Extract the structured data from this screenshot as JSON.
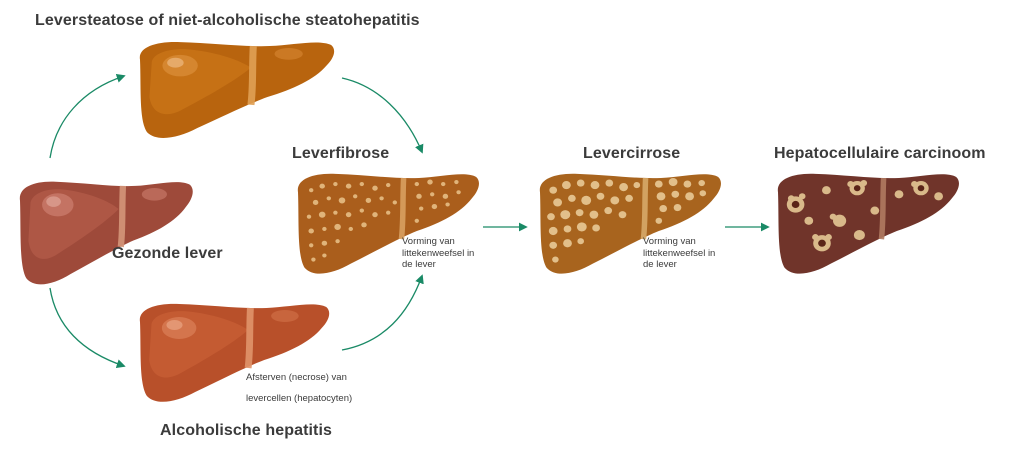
{
  "stages": {
    "steatosis": "Leversteatose of niet-alcoholische steatohepatitis",
    "healthy": "Gezonde lever",
    "alcoholic": "Alcoholische hepatitis",
    "fibrosis": "Leverfibrose",
    "cirrhosis": "Levercirrose",
    "carcinoma": "Hepatocellulaire carcinoom"
  },
  "notes": {
    "fibrosis": "Vorming van littekenweefsel in de lever",
    "cirrhosis": "Vorming van littekenweefsel in de lever",
    "necrosis": "Afsterven (necrose) van levercellen (hepatocyten)"
  },
  "colors": {
    "arrow": "#1a8a66",
    "text": "#3b3b3b",
    "healthy": "#9e4a3a",
    "steatosis": "#b8640e",
    "alcoholic": "#b8502a",
    "fibrosis": "#aa5e1c",
    "cirrhosis": "#a8641e",
    "carcinoma": "#70342a",
    "spot_light": "#e0b47a",
    "spot_pale": "#d9b98a"
  },
  "icons": {
    "liver": "liver-illustration",
    "arrow": "arrow-icon"
  }
}
